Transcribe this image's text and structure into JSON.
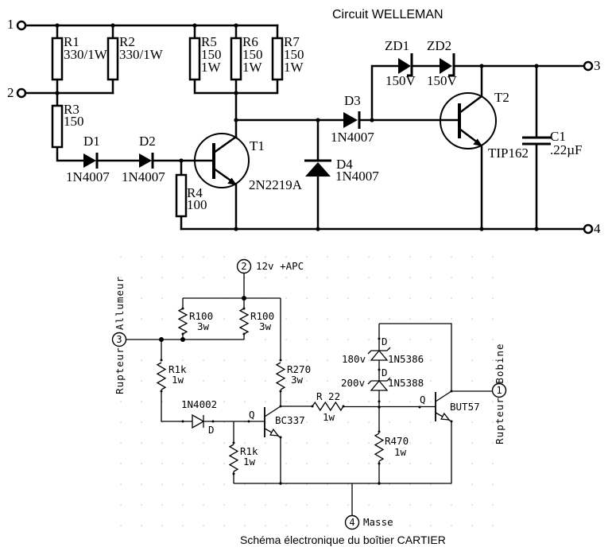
{
  "top": {
    "title": "Circuit WELLEMAN",
    "terminals": {
      "t1": "1",
      "t2": "2",
      "t3": "3",
      "t4": "4"
    },
    "R1": {
      "ref": "R1",
      "value": "330/1W"
    },
    "R2": {
      "ref": "R2",
      "value": "330/1W"
    },
    "R3": {
      "ref": "R3",
      "value": "150"
    },
    "R4": {
      "ref": "R4",
      "value": "100"
    },
    "R5": {
      "ref": "R5",
      "value": "150",
      "power": "1W"
    },
    "R6": {
      "ref": "R6",
      "value": "150",
      "power": "1W"
    },
    "R7": {
      "ref": "R7",
      "value": "150",
      "power": "1W"
    },
    "D1": {
      "ref": "D1",
      "part": "1N4007"
    },
    "D2": {
      "ref": "D2",
      "part": "1N4007"
    },
    "D3": {
      "ref": "D3",
      "part": "1N4007"
    },
    "D4": {
      "ref": "D4",
      "part": "1N4007"
    },
    "ZD1": {
      "ref": "ZD1",
      "voltage": "150V"
    },
    "ZD2": {
      "ref": "ZD2",
      "voltage": "150V"
    },
    "T1": {
      "ref": "T1",
      "part": "2N2219A"
    },
    "T2": {
      "ref": "T2",
      "part": "TIP162"
    },
    "C1": {
      "ref": "C1",
      "value": ".22µF"
    }
  },
  "bottom": {
    "t1": {
      "num": "1",
      "label_above": "Bobine",
      "label_below": "Rupteur"
    },
    "t2": {
      "num": "2",
      "label": "12v +APC"
    },
    "t3": {
      "num": "3",
      "label_above": "Allumeur",
      "label_below": "Rupteur"
    },
    "t4": {
      "num": "4",
      "label": "Masse"
    },
    "R100a": {
      "ref": "R100",
      "power": "3w"
    },
    "R100b": {
      "ref": "R100",
      "power": "3w"
    },
    "R1k_top": {
      "ref": "R1k",
      "power": "1w"
    },
    "R270": {
      "ref": "R270",
      "power": "3w"
    },
    "R22": {
      "ref": "R 22",
      "power": "1w"
    },
    "R1k_bottom": {
      "ref": "R1k",
      "power": "1w"
    },
    "R470": {
      "ref": "R470",
      "power": "1w"
    },
    "diode": {
      "part": "1N4002",
      "ref": "D"
    },
    "Q1": {
      "ref": "Q",
      "part": "BC337"
    },
    "Q2": {
      "ref": "Q",
      "part": "BUT57"
    },
    "Z1": {
      "ref": "D",
      "voltage": "180v",
      "part": "1N5386"
    },
    "Z2": {
      "ref": "D",
      "voltage": "200v",
      "part": "1N5388"
    }
  },
  "caption": "Schéma électronique du boîtier CARTIER"
}
